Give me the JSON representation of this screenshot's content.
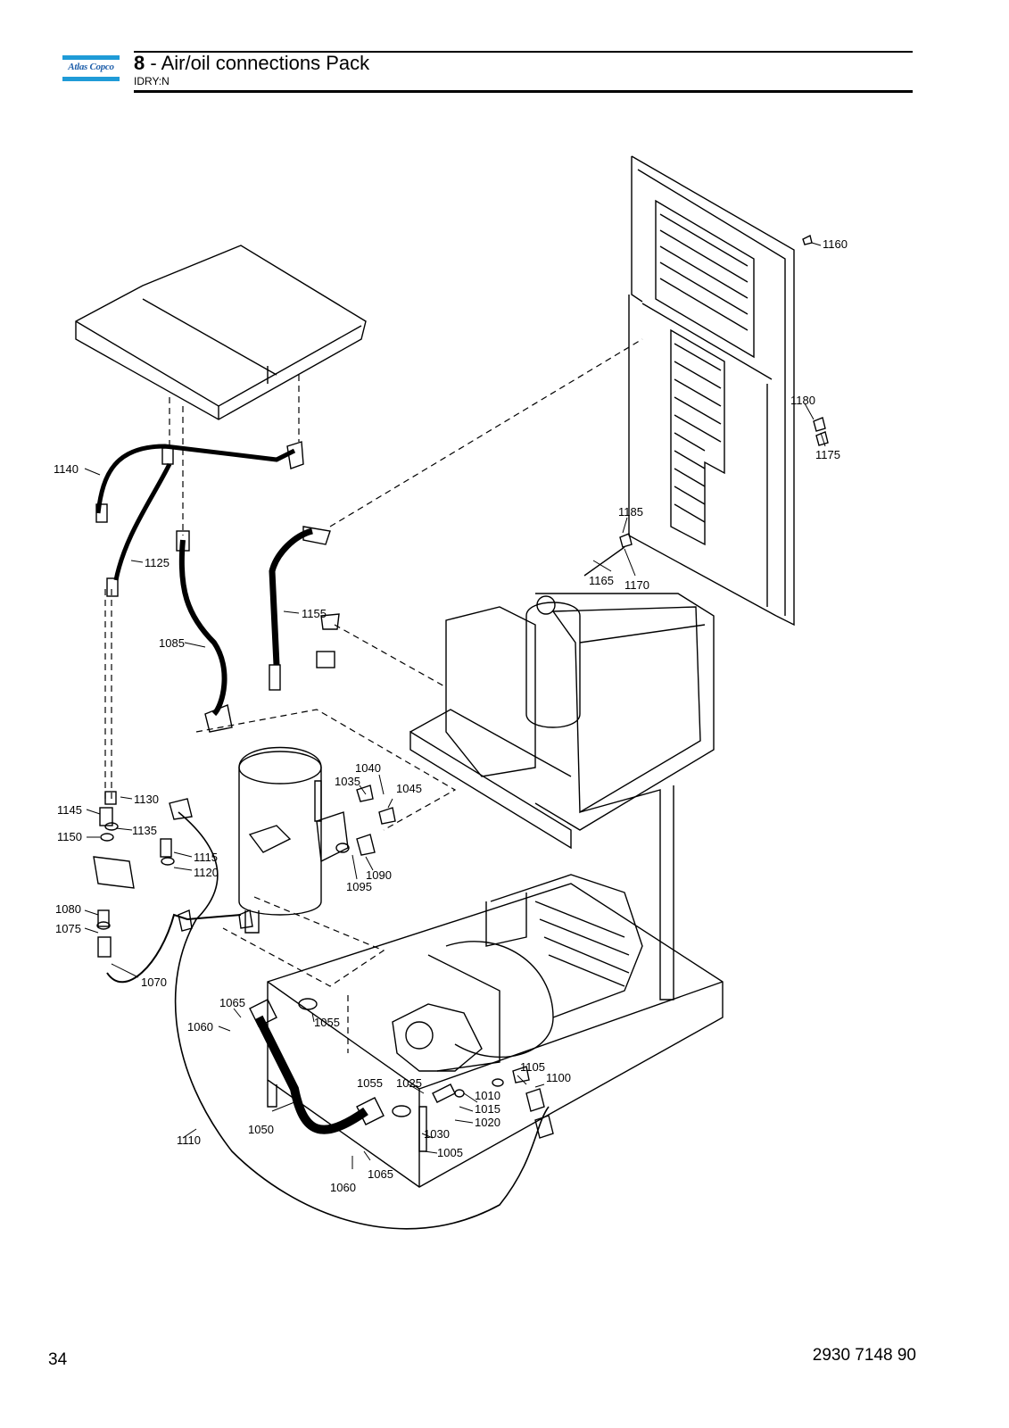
{
  "header": {
    "logo_text": "Atlas Copco",
    "section_number": "8",
    "title_rest": " - Air/oil connections Pack",
    "subtitle": "IDRY:N"
  },
  "footer": {
    "page_number": "34",
    "doc_number": "2930 7148 90"
  },
  "callouts": [
    "1160",
    "1180",
    "1175",
    "1185",
    "1170",
    "1165",
    "1140",
    "1125",
    "1155",
    "1085",
    "1040",
    "1035",
    "1045",
    "1145",
    "1130",
    "1150",
    "1135",
    "1115",
    "1120",
    "1090",
    "1095",
    "1080",
    "1075",
    "1070",
    "1065",
    "1060",
    "1055",
    "1105",
    "1100",
    "1025",
    "1010",
    "1015",
    "1020",
    "1030",
    "1005",
    "1050",
    "1110"
  ]
}
